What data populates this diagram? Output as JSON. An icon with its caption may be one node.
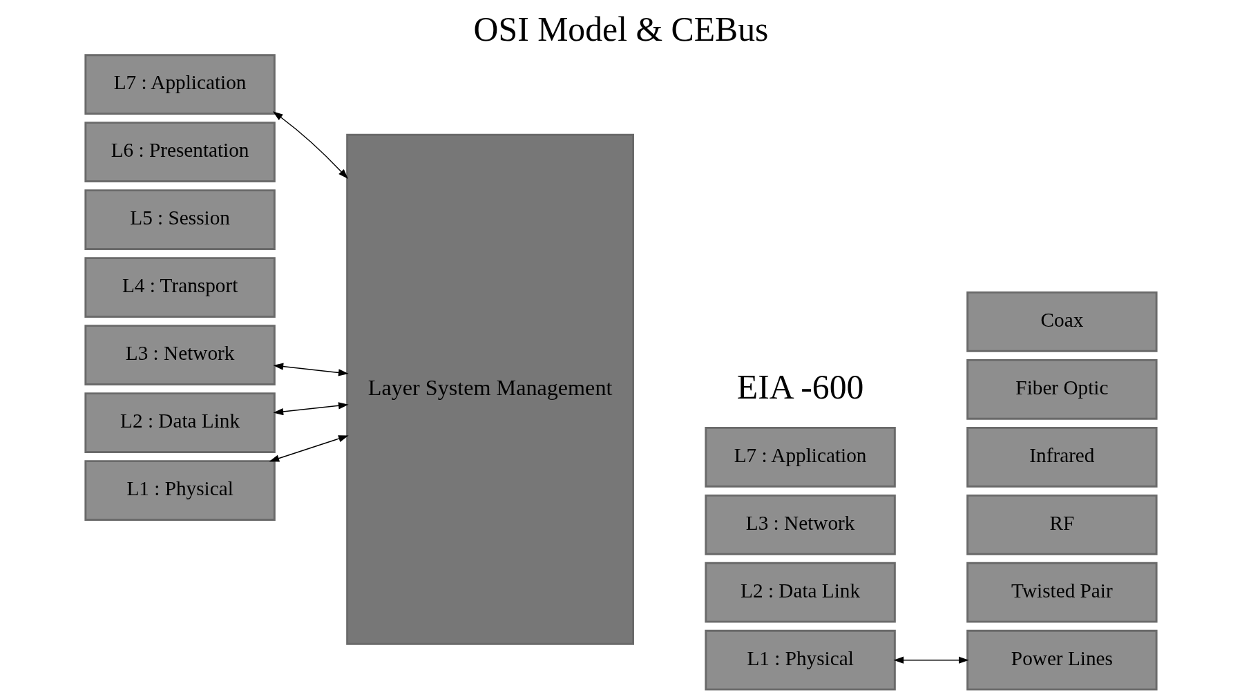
{
  "diagram": {
    "title": "OSI Model & CEBus",
    "nodes": [
      {
        "text": [
          "L7 : Application"
        ]
      },
      {
        "text": [
          "L6 : Presentation"
        ]
      },
      {
        "text": [
          "L5 : Session"
        ]
      },
      {
        "text": [
          "L4 : Transport"
        ]
      },
      {
        "text": [
          "L3 : Network"
        ]
      },
      {
        "text": [
          "L2 : Data Link"
        ]
      },
      {
        "text": [
          "L1 : Physical"
        ]
      },
      {
        "text": [
          "Layer System Management"
        ]
      },
      {
        "text": [
          "L7 : Application"
        ]
      },
      {
        "text": [
          "L3 : Network"
        ]
      },
      {
        "text": [
          "L2 : Data Link"
        ]
      },
      {
        "text": [
          "L1 : Physical"
        ]
      },
      {
        "text": [
          "Coax"
        ]
      },
      {
        "text": [
          "Fiber Optic"
        ]
      },
      {
        "text": [
          "Infrared"
        ]
      },
      {
        "text": [
          "RF"
        ]
      },
      {
        "text": [
          "Twisted Pair"
        ]
      },
      {
        "text": [
          "Power Lines"
        ]
      }
    ],
    "edges": [
      {
        "from": 0,
        "to": 7,
        "arrow": "both"
      },
      {
        "from": 4,
        "to": 7,
        "arrow": "both"
      },
      {
        "from": 5,
        "to": 7,
        "arrow": "both"
      },
      {
        "from": 6,
        "to": 7,
        "arrow": "both"
      },
      {
        "from": 11,
        "to": 17,
        "arrow": "both"
      }
    ],
    "labels": [
      "EIA -600"
    ]
  }
}
